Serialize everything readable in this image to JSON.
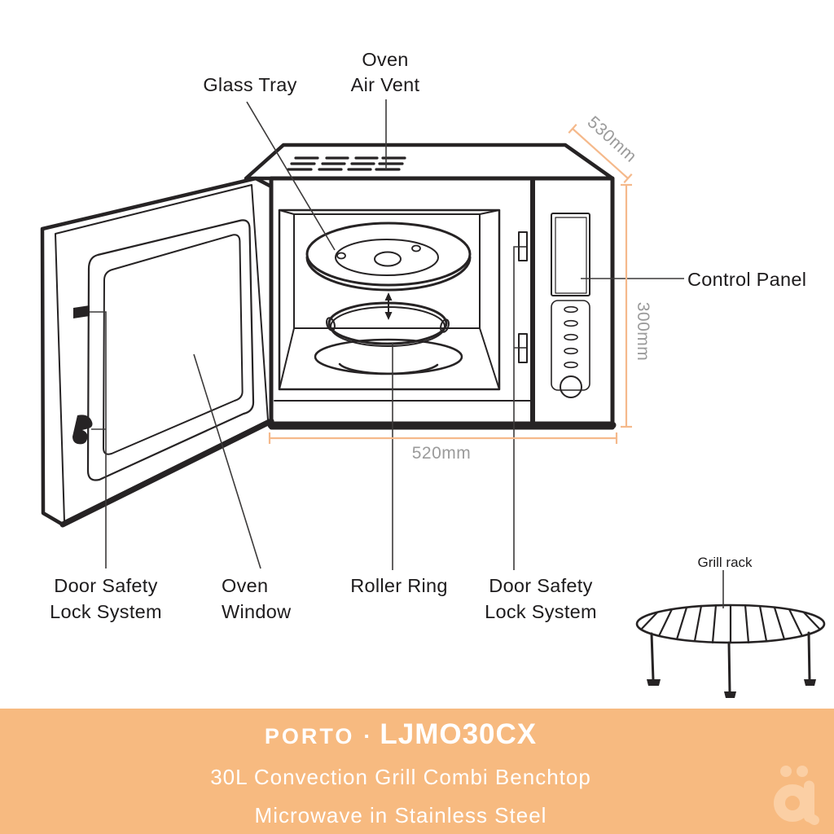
{
  "diagram": {
    "labels": {
      "glass_tray": "Glass Tray",
      "oven_air_vent": [
        "Oven",
        "Air Vent"
      ],
      "control_panel": "Control Panel",
      "door_safety_left": [
        "Door Safety",
        "Lock System"
      ],
      "oven_window": [
        "Oven",
        "Window"
      ],
      "roller_ring": "Roller Ring",
      "door_safety_right": [
        "Door Safety",
        "Lock System"
      ],
      "grill_rack": "Grill rack"
    },
    "dimensions": {
      "depth": "530mm",
      "height": "300mm",
      "width": "520mm"
    },
    "colors": {
      "line_art": "#262324",
      "leader_line": "#3c3a3a",
      "dimension_line": "#f5b98b",
      "dimension_text": "#9b9b9b",
      "label_text": "#1d1b1c"
    }
  },
  "banner": {
    "background": "#f7ba80",
    "text_color": "#ffffff",
    "brand": "PORTO",
    "separator": "·",
    "model": "LJMO30CX",
    "subtitle_line1": "30L Convection Grill Combi Benchtop",
    "subtitle_line2": "Microwave in Stainless Steel",
    "logo_glyph": "ä",
    "logo_color": "#fbcfa4"
  }
}
